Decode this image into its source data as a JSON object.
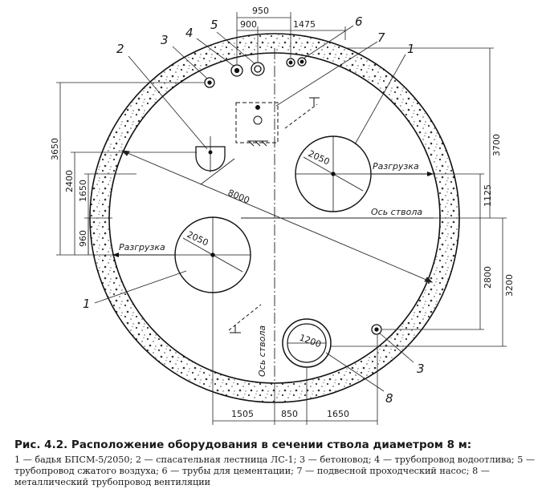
{
  "caption": {
    "title": "Рис. 4.2. Расположение оборудования в сечении ствола диаметром 8 м:",
    "legend": "1 — бадья БПСМ-5/2050; 2 — спасательная лестница ЛС-1; 3 — бетоновод; 4 — трубопровод водоотлива; 5 — трубопровод сжатого воздуха; 6 — трубы для цементации; 7 — подвесной проходческий насос; 8 — металлический трубопровод вентиляции"
  },
  "drawing": {
    "top_dims": {
      "d950": "950",
      "d900": "900",
      "d1475": "1475"
    },
    "bottom_dims": {
      "d1505": "1505",
      "d850": "850",
      "d1650": "1650"
    },
    "left_dims": {
      "d3650": "3650",
      "d2400": "2400",
      "d1650": "1650",
      "d960": "960"
    },
    "right_dims": {
      "d3700": "3700",
      "d1125": "1125",
      "d2800": "2800",
      "d3200": "3200"
    },
    "diameter": "8000",
    "bucket_dia_1": "2050",
    "bucket_dia_2": "2050",
    "vent_dia": "1200",
    "unload_1": "Разгрузка",
    "unload_2": "Разгрузка",
    "axis_h": "Ось ствола",
    "axis_v": "Ось ствола",
    "labels": [
      "1",
      "1",
      "2",
      "3",
      "3",
      "4",
      "5",
      "6",
      "7",
      "8"
    ]
  }
}
